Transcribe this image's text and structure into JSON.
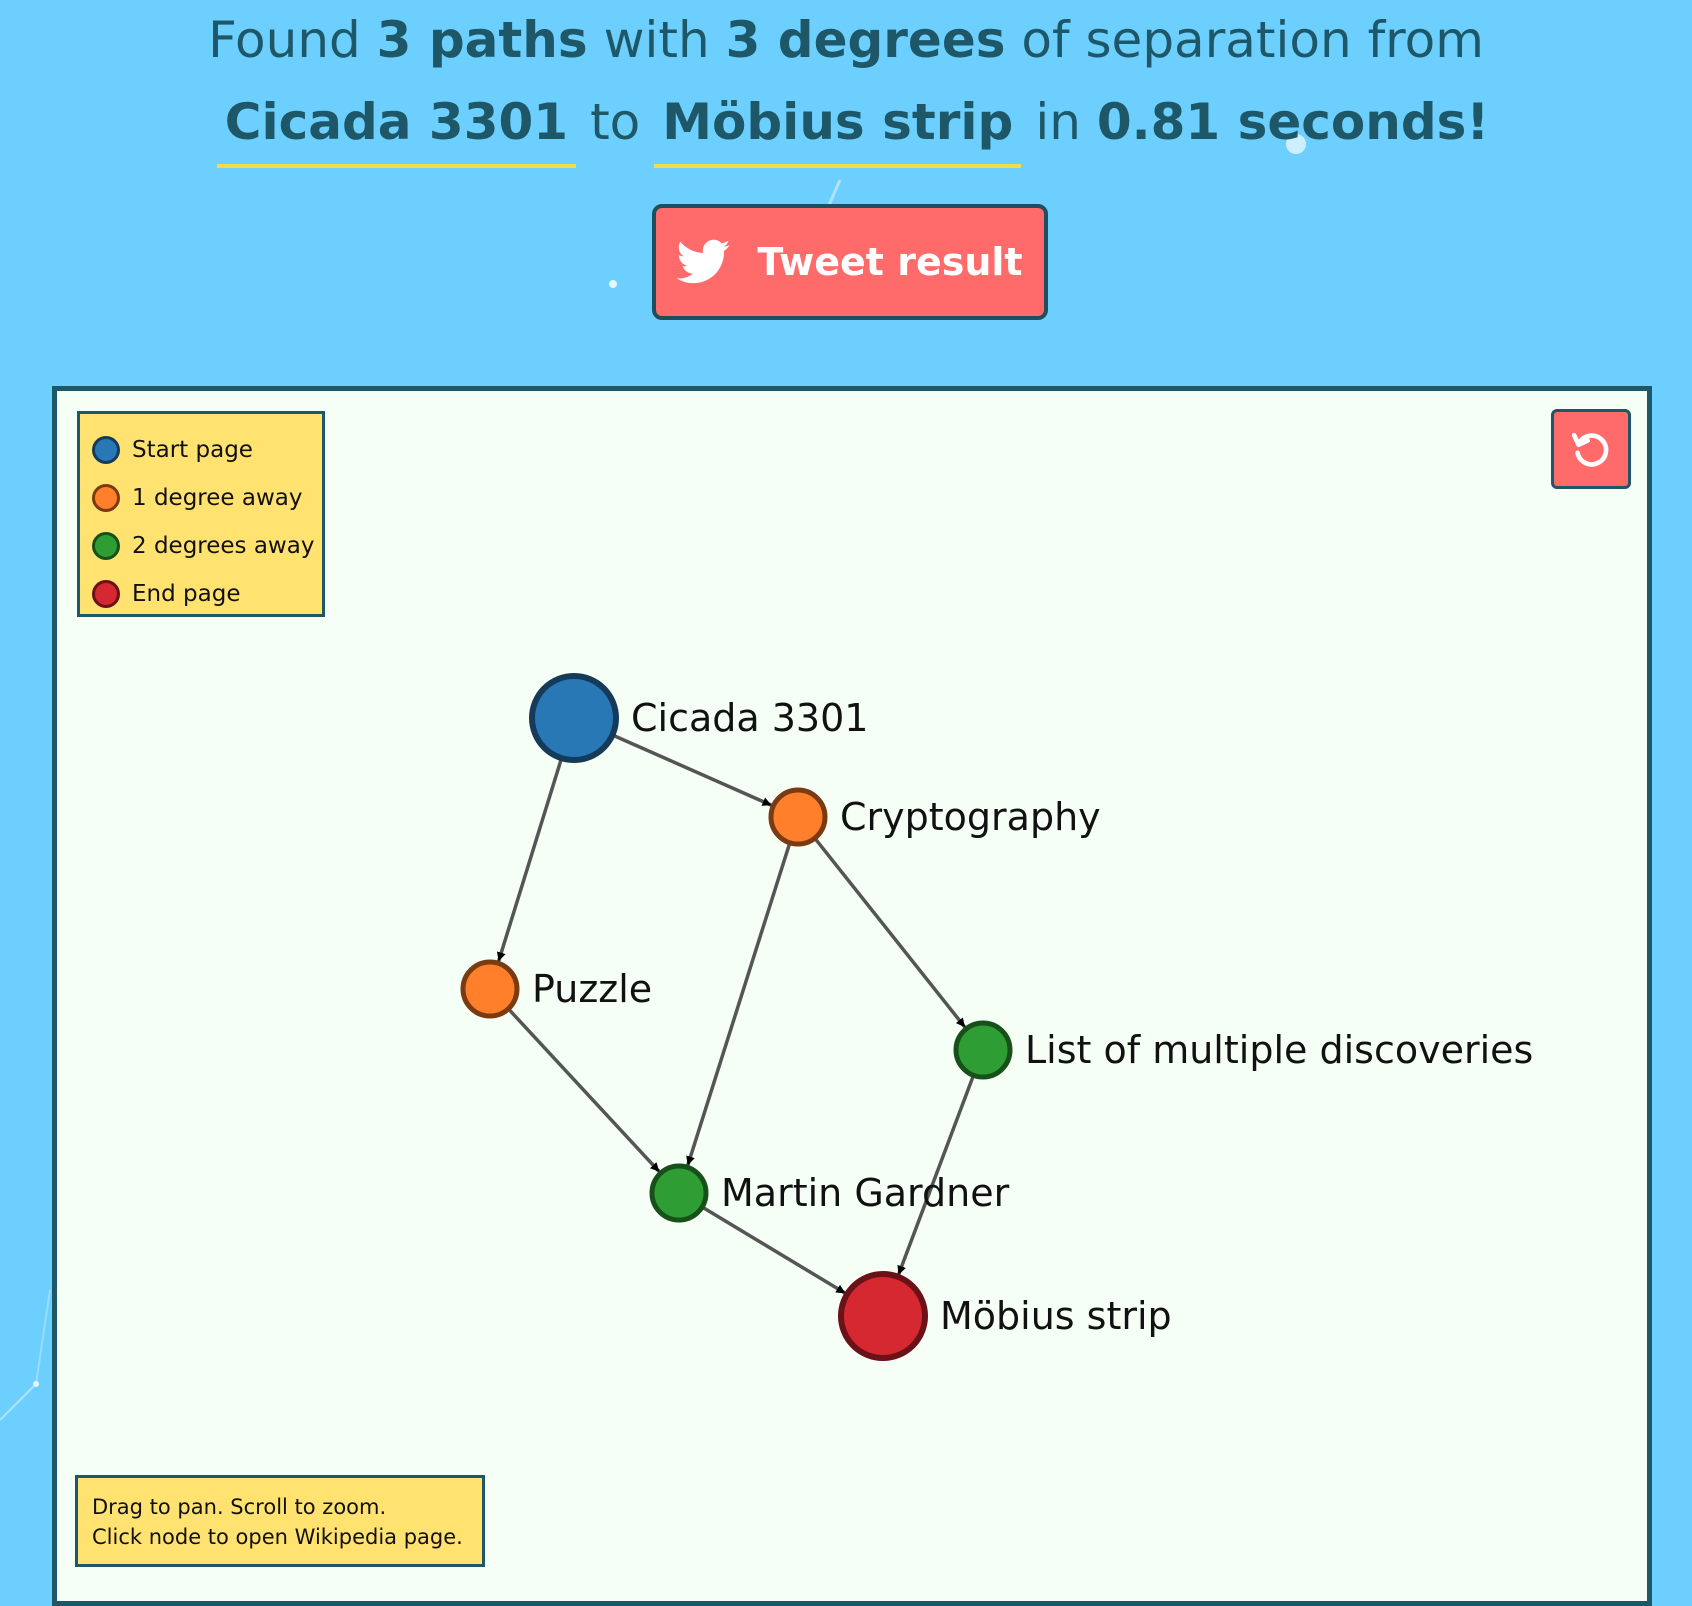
{
  "header": {
    "found_prefix": "Found",
    "paths": "3 paths",
    "with": "with",
    "degrees": "3 degrees",
    "separation_from": "of separation from",
    "start_page": "Cicada 3301",
    "to": "to",
    "end_page": "Möbius strip",
    "in": "in",
    "duration": "0.81 seconds!"
  },
  "tweet": {
    "label": "Tweet result",
    "icon": "twitter-bird-icon"
  },
  "legend": [
    {
      "label": "Start page",
      "color": "#2878b5",
      "border": "#163a59"
    },
    {
      "label": "1 degree away",
      "color": "#ff7f2a",
      "border": "#7a3a12"
    },
    {
      "label": "2 degrees away",
      "color": "#2e9e34",
      "border": "#17501a"
    },
    {
      "label": "End page",
      "color": "#d62830",
      "border": "#6a1218"
    }
  ],
  "reset": {
    "icon": "reset-icon"
  },
  "hint": {
    "line1": "Drag to pan. Scroll to zoom.",
    "line2": "Click node to open Wikipedia page."
  },
  "graph": {
    "nodes": [
      {
        "id": "cicada",
        "label": "Cicada 3301",
        "degree": "start"
      },
      {
        "id": "crypto",
        "label": "Cryptography",
        "degree": 1
      },
      {
        "id": "puzzle",
        "label": "Puzzle",
        "degree": 1
      },
      {
        "id": "multi",
        "label": "List of multiple discoveries",
        "degree": 2
      },
      {
        "id": "gardner",
        "label": "Martin Gardner",
        "degree": 2
      },
      {
        "id": "mobius",
        "label": "Möbius strip",
        "degree": "end"
      }
    ],
    "edges": [
      {
        "from": "cicada",
        "to": "crypto"
      },
      {
        "from": "cicada",
        "to": "puzzle"
      },
      {
        "from": "crypto",
        "to": "gardner"
      },
      {
        "from": "crypto",
        "to": "multi"
      },
      {
        "from": "puzzle",
        "to": "gardner"
      },
      {
        "from": "multi",
        "to": "mobius"
      },
      {
        "from": "gardner",
        "to": "mobius"
      }
    ]
  }
}
